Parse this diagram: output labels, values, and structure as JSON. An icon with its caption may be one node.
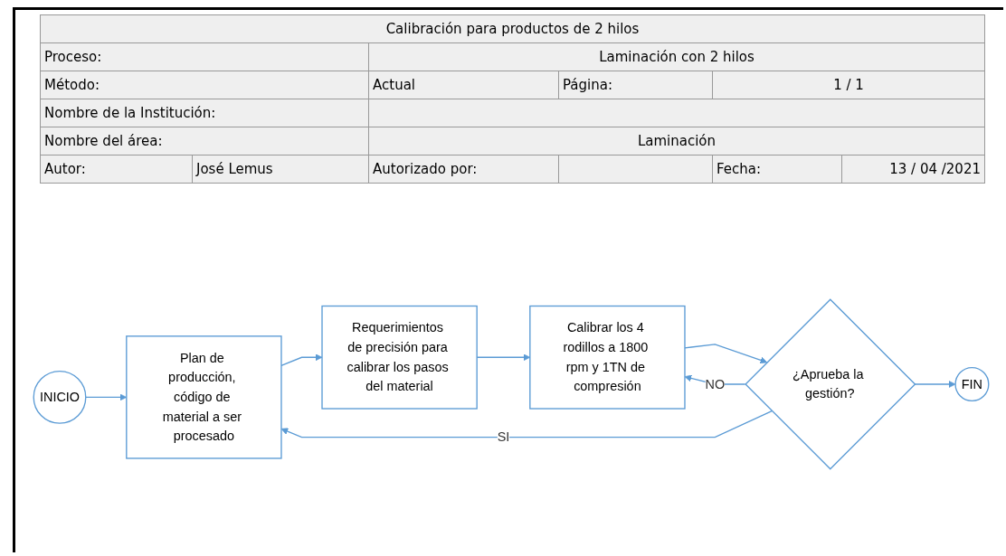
{
  "diagram": {
    "title": "Calibración para productos de 2 hilos",
    "nodes": [
      {
        "text": [
          "INICIO"
        ]
      },
      {
        "text": [
          "Plan de producción, código de material a ser procesado"
        ]
      },
      {
        "text": [
          "Requerimientos de precisión para calibrar los pasos del material"
        ]
      },
      {
        "text": [
          "Calibrar los 4 rodillos a 1800 rpm y 1TN de compresión"
        ]
      },
      {
        "text": [
          "¿Aprueba la gestión?"
        ]
      },
      {
        "text": [
          "FIN"
        ]
      }
    ],
    "edges": [
      {
        "from": 0,
        "to": 1,
        "arrow": "to"
      },
      {
        "from": 1,
        "to": 2,
        "arrow": "to"
      },
      {
        "from": 2,
        "to": 3,
        "arrow": "to"
      },
      {
        "from": 3,
        "to": 4,
        "arrow": "to"
      },
      {
        "from": 4,
        "to": 5,
        "arrow": "to"
      },
      {
        "from": 4,
        "to": 1,
        "arrow": "to",
        "label": "SI"
      },
      {
        "from": 4,
        "to": 3,
        "arrow": "to",
        "label": "NO"
      }
    ],
    "labels": [
      "Proceso:",
      "Laminación con 2 hilos",
      "Método:",
      "Actual",
      "Página:",
      "1 / 1",
      "Nombre de la Institución:",
      "Nombre del área:",
      "Laminación",
      "Autor:",
      "José Lemus",
      "Autorizado por:",
      "Fecha:",
      "13 / 04 /2021"
    ]
  }
}
